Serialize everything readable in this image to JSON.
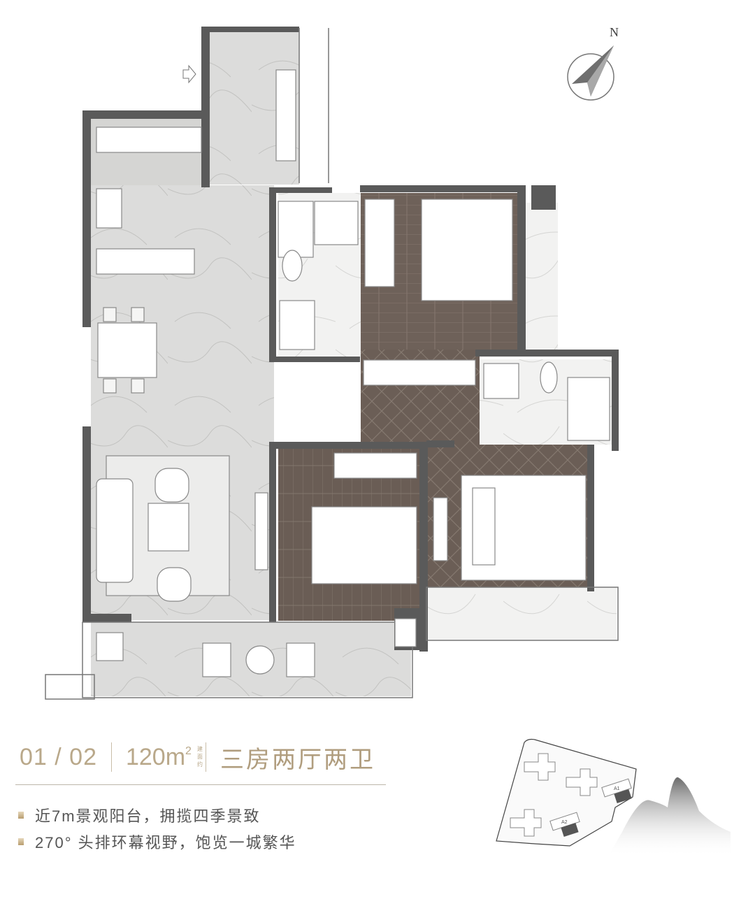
{
  "header": {
    "unit_numbers": "01 / 02",
    "area_value": "120",
    "area_unit": "m",
    "area_superscript": "2",
    "area_label": "建面约",
    "layout": "三房两厅两卫"
  },
  "features": [
    "近7m景观阳台，拥揽四季景致",
    "270° 头排环幕视野，饱览一城繁华"
  ],
  "compass": {
    "label": "N"
  },
  "site_plan": {
    "buildings": [
      "A1",
      "A2"
    ]
  },
  "colors": {
    "accent": "#b9a88a",
    "wall": "#5a5a5a",
    "wood": "#6e6159",
    "marble": "#d9d9d7"
  }
}
